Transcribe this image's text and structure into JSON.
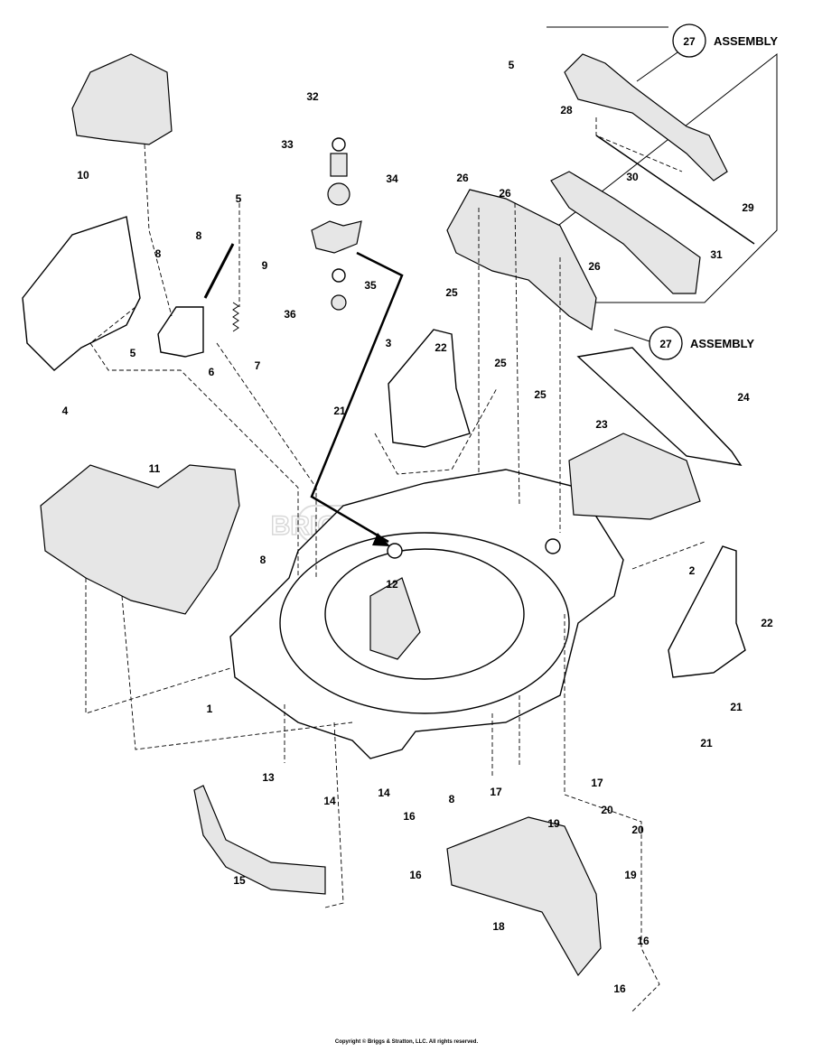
{
  "watermark": "BRIGGS&STRATTON",
  "assembly_label": "ASSEMBLY",
  "labels": [
    "27",
    "5",
    "28",
    "30",
    "29",
    "31",
    "27",
    "32",
    "33",
    "34",
    "35",
    "36",
    "10",
    "5",
    "8",
    "8",
    "9",
    "7",
    "6",
    "5",
    "4",
    "26",
    "26",
    "26",
    "25",
    "25",
    "25",
    "3",
    "22",
    "21",
    "24",
    "23",
    "11",
    "8",
    "12",
    "2",
    "22",
    "21",
    "21",
    "1",
    "13",
    "14",
    "14",
    "8",
    "17",
    "17",
    "16",
    "19",
    "20",
    "20",
    "19",
    "16",
    "15",
    "18",
    "16",
    "16"
  ],
  "copyright": "Copyright © Briggs & Stratton, LLC. All rights reserved."
}
